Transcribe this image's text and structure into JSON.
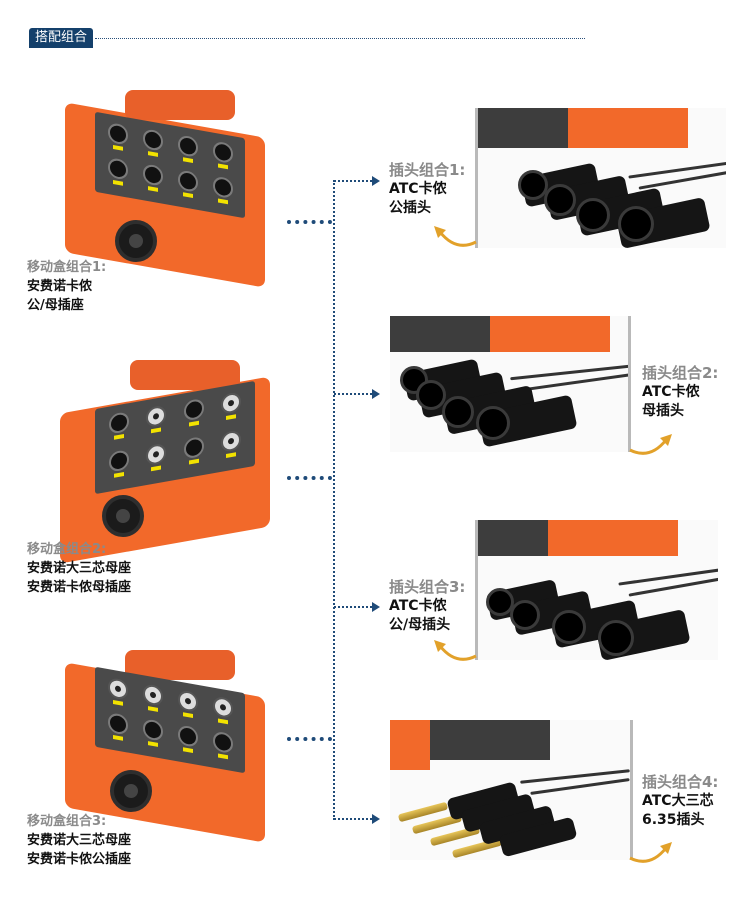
{
  "header": {
    "tag": "搭配组合"
  },
  "boxes": [
    {
      "line1": "移动盒组合1:",
      "line2": "安费诺卡侬",
      "line3": "公/母插座"
    },
    {
      "line1": "移动盒组合2:",
      "line2": "安费诺大三芯母座",
      "line3": "安费诺卡侬母插座"
    },
    {
      "line1": "移动盒组合3:",
      "line2": "安费诺大三芯母座",
      "line3": "安费诺卡侬公插座"
    }
  ],
  "plugs": [
    {
      "line1": "插头组合1:",
      "line2": "ATC卡侬",
      "line3": "公插头"
    },
    {
      "line1": "插头组合2:",
      "line2": "ATC卡侬",
      "line3": "母插头"
    },
    {
      "line1": "插头组合3:",
      "line2": "ATC卡侬",
      "line3": "公/母插头"
    },
    {
      "line1": "插头组合4:",
      "line2": "ATC大三芯",
      "line3": "6.35插头"
    }
  ],
  "colors": {
    "accent_orange": "#f2692a",
    "line_blue": "#1f4b79",
    "tag_blue": "#14406b",
    "arrow_gold": "#e2a12a"
  },
  "icons": [
    "stage-box-photo",
    "xlr-plug-photo",
    "jack-plug-photo",
    "curved-arrow-icon"
  ]
}
